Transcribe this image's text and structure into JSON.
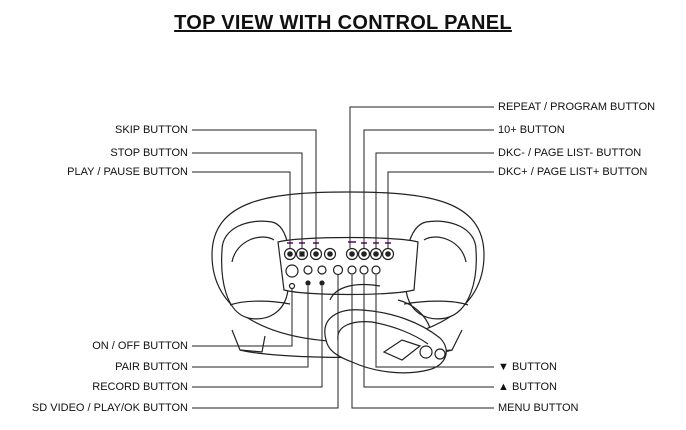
{
  "title": "TOP VIEW WITH CONTROL PANEL",
  "left_labels": [
    "SKIP BUTTON",
    "STOP BUTTON",
    "PLAY / PAUSE BUTTON",
    "ON / OFF BUTTON",
    "PAIR BUTTON",
    "RECORD BUTTON",
    "SD VIDEO / PLAY/OK BUTTON"
  ],
  "right_labels": [
    "REPEAT / PROGRAM BUTTON",
    "10+ BUTTON",
    "DKC- / PAGE LIST- BUTTON",
    "DKC+ / PAGE LIST+ BUTTON",
    "▼ BUTTON",
    "▲ BUTTON",
    "MENU BUTTON"
  ]
}
